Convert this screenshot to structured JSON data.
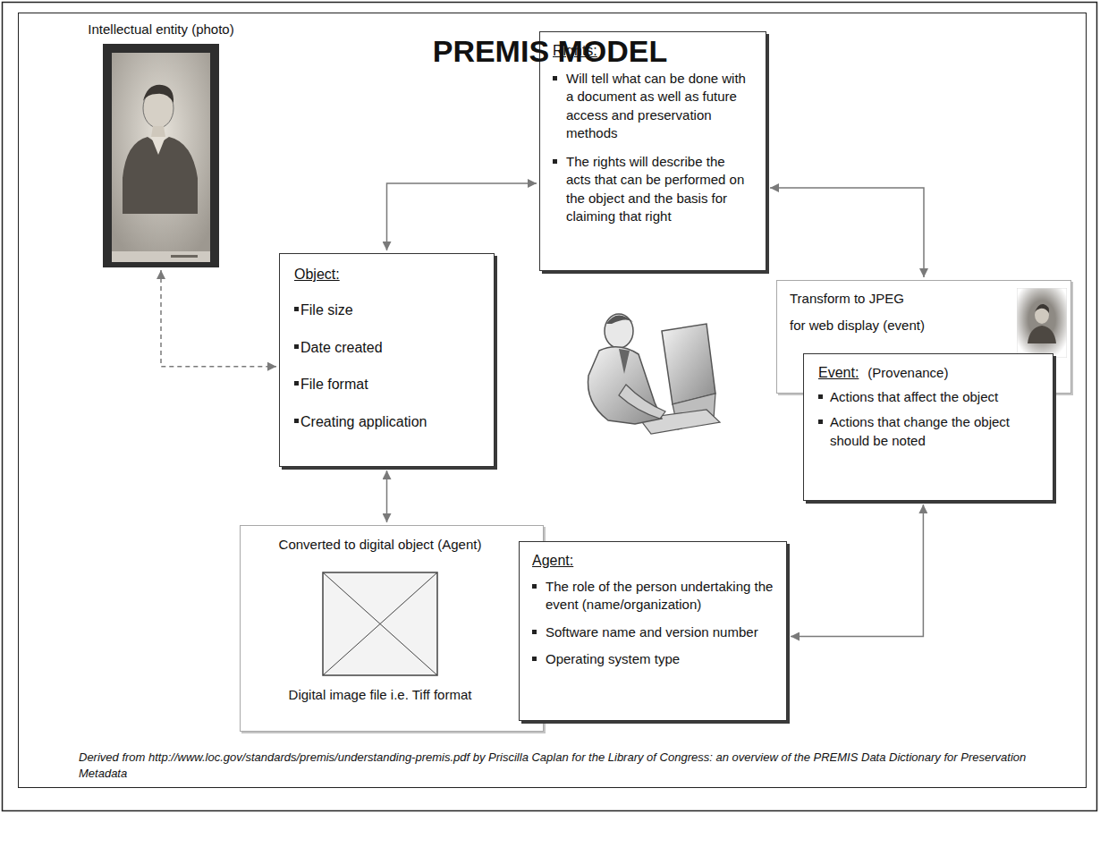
{
  "diagram": {
    "title": "PREMIS MODEL",
    "caption": "Derived from http://www.loc.gov/standards/premis/understanding-premis.pdf by Priscilla Caplan for the Library of Congress: an overview of the PREMIS Data Dictionary for Preservation Metadata",
    "nodes": [
      {
        "text": [
          "Intellectual entity (photo)"
        ]
      },
      {
        "text": [
          "Rights:",
          "Will tell what can be done with a document as well as future access and preservation methods",
          "The rights will describe the acts that can be performed on the object and the basis for claiming that right"
        ]
      },
      {
        "text": [
          "Object:",
          "File size",
          "Date created",
          "File format",
          "Creating application"
        ]
      },
      {
        "text": [
          "Transform to JPEG",
          "for web display (event)"
        ]
      },
      {
        "text": [
          "Event:",
          "(Provenance)",
          "Actions that affect the object",
          "Actions that change the object should be noted"
        ]
      },
      {
        "text": [
          "Converted to digital object (Agent)",
          "Digital image file i.e. Tiff format"
        ]
      },
      {
        "text": [
          "Agent:",
          "The role of the person undertaking the event (name/organization)",
          "Software name and version number",
          "Operating system type"
        ]
      }
    ],
    "edges": [
      {
        "from": 0,
        "to": 2,
        "arrow": "both"
      },
      {
        "from": 2,
        "to": 1,
        "arrow": "both"
      },
      {
        "from": 1,
        "to": 3,
        "arrow": "both"
      },
      {
        "from": 2,
        "to": 5,
        "arrow": "both"
      },
      {
        "from": 6,
        "to": 4,
        "arrow": "both"
      }
    ]
  }
}
